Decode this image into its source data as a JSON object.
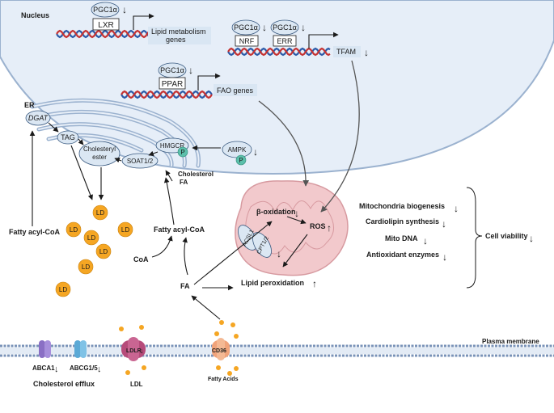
{
  "nucleus": {
    "label": "Nucleus",
    "factors": {
      "pgc1a": "PGC1α",
      "lxr": "LXR",
      "nrf": "NRF",
      "err": "ERR",
      "ppar": "PPAR"
    },
    "targets": {
      "lipid_metabolism": [
        "Lipid metabolism",
        "genes"
      ],
      "tfam": "TFAM",
      "fao": "FAO genes"
    }
  },
  "er": {
    "label": "ER",
    "enzymes": {
      "dgat": "DGAT",
      "tag": "TAG",
      "cholesteryl_ester": [
        "Cholesteryl",
        "ester"
      ],
      "soat": "SOAT1/2",
      "hmgcr": "HMGCR"
    },
    "phospho": "P"
  },
  "ampk": "AMPK",
  "cholesterol_fa": [
    "Cholesterol",
    "FA"
  ],
  "ld": "LD",
  "fatty_acyl_coa": "Fatty acyl-CoA",
  "coa": "CoA",
  "fa": "FA",
  "mitochondrion": {
    "beta_oxidation": "β-oxidation",
    "ros": "ROS",
    "acsl1": "ACSL1",
    "cpt1": "CPT1/2"
  },
  "lipid_peroxidation": "Lipid peroxidation",
  "outcomes": [
    "Mitochondria biogenesis",
    "Cardiolipin synthesis",
    "Mito DNA",
    "Antioxidant enzymes"
  ],
  "cell_viability": "Cell viability",
  "membrane": {
    "label": "Plasma membrane",
    "abca1": "ABCA1",
    "abcg": "ABCG1/5",
    "ldlr": "LDLR",
    "cd36": "CD36",
    "ldl": "LDL",
    "fatty_acids": "Fatty Acids",
    "efflux": "Cholesterol efflux"
  },
  "arrows": {
    "down": "↓",
    "up": "↑"
  },
  "colors": {
    "nucleus": "#e6eef8",
    "er": "#cfdcec",
    "mito": "#f2c9cc",
    "ld": "#f5a623",
    "membrane": "#7a93b8",
    "abca1": "#8a6fc4",
    "abcg": "#5aa9d6",
    "ldlr": "#b64b7a",
    "cd36": "#f0a37a",
    "p_badge": "#5cc0ab"
  }
}
